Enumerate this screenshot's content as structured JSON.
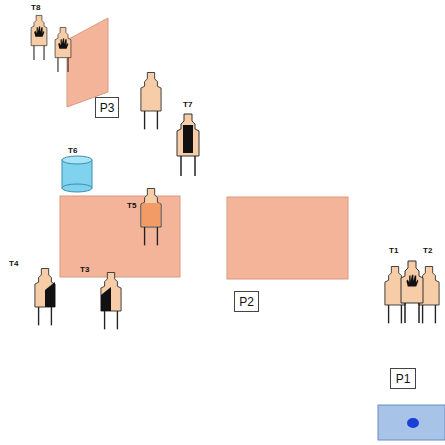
{
  "diagram": {
    "nodes": [
      {
        "text": [
          "P3"
        ]
      },
      {
        "text": [
          "P2"
        ]
      },
      {
        "text": [
          "P1"
        ]
      }
    ],
    "labels": [
      "T8",
      "T6",
      "T7",
      "T5",
      "T4",
      "T3",
      "T1",
      "T2"
    ]
  }
}
